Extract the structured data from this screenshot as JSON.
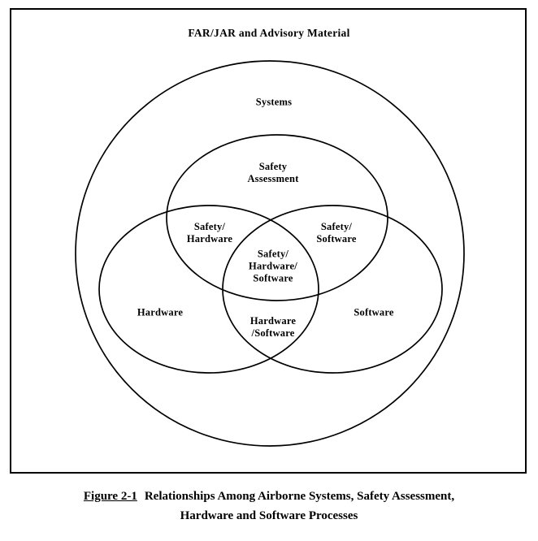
{
  "diagram": {
    "title": "FAR/JAR and Advisory Material",
    "regions": {
      "systems": "Systems",
      "safety_assessment": "Safety\nAssessment",
      "safety_hardware": "Safety/\nHardware",
      "safety_software": "Safety/\nSoftware",
      "safety_hardware_software": "Safety/\nHardware/\nSoftware",
      "hardware": "Hardware",
      "software": "Software",
      "hardware_software": "Hardware\n/Software"
    }
  },
  "caption": {
    "figure_label": "Figure 2-1",
    "line1": "Relationships Among Airborne Systems, Safety Assessment,",
    "line2": "Hardware and Software Processes"
  }
}
